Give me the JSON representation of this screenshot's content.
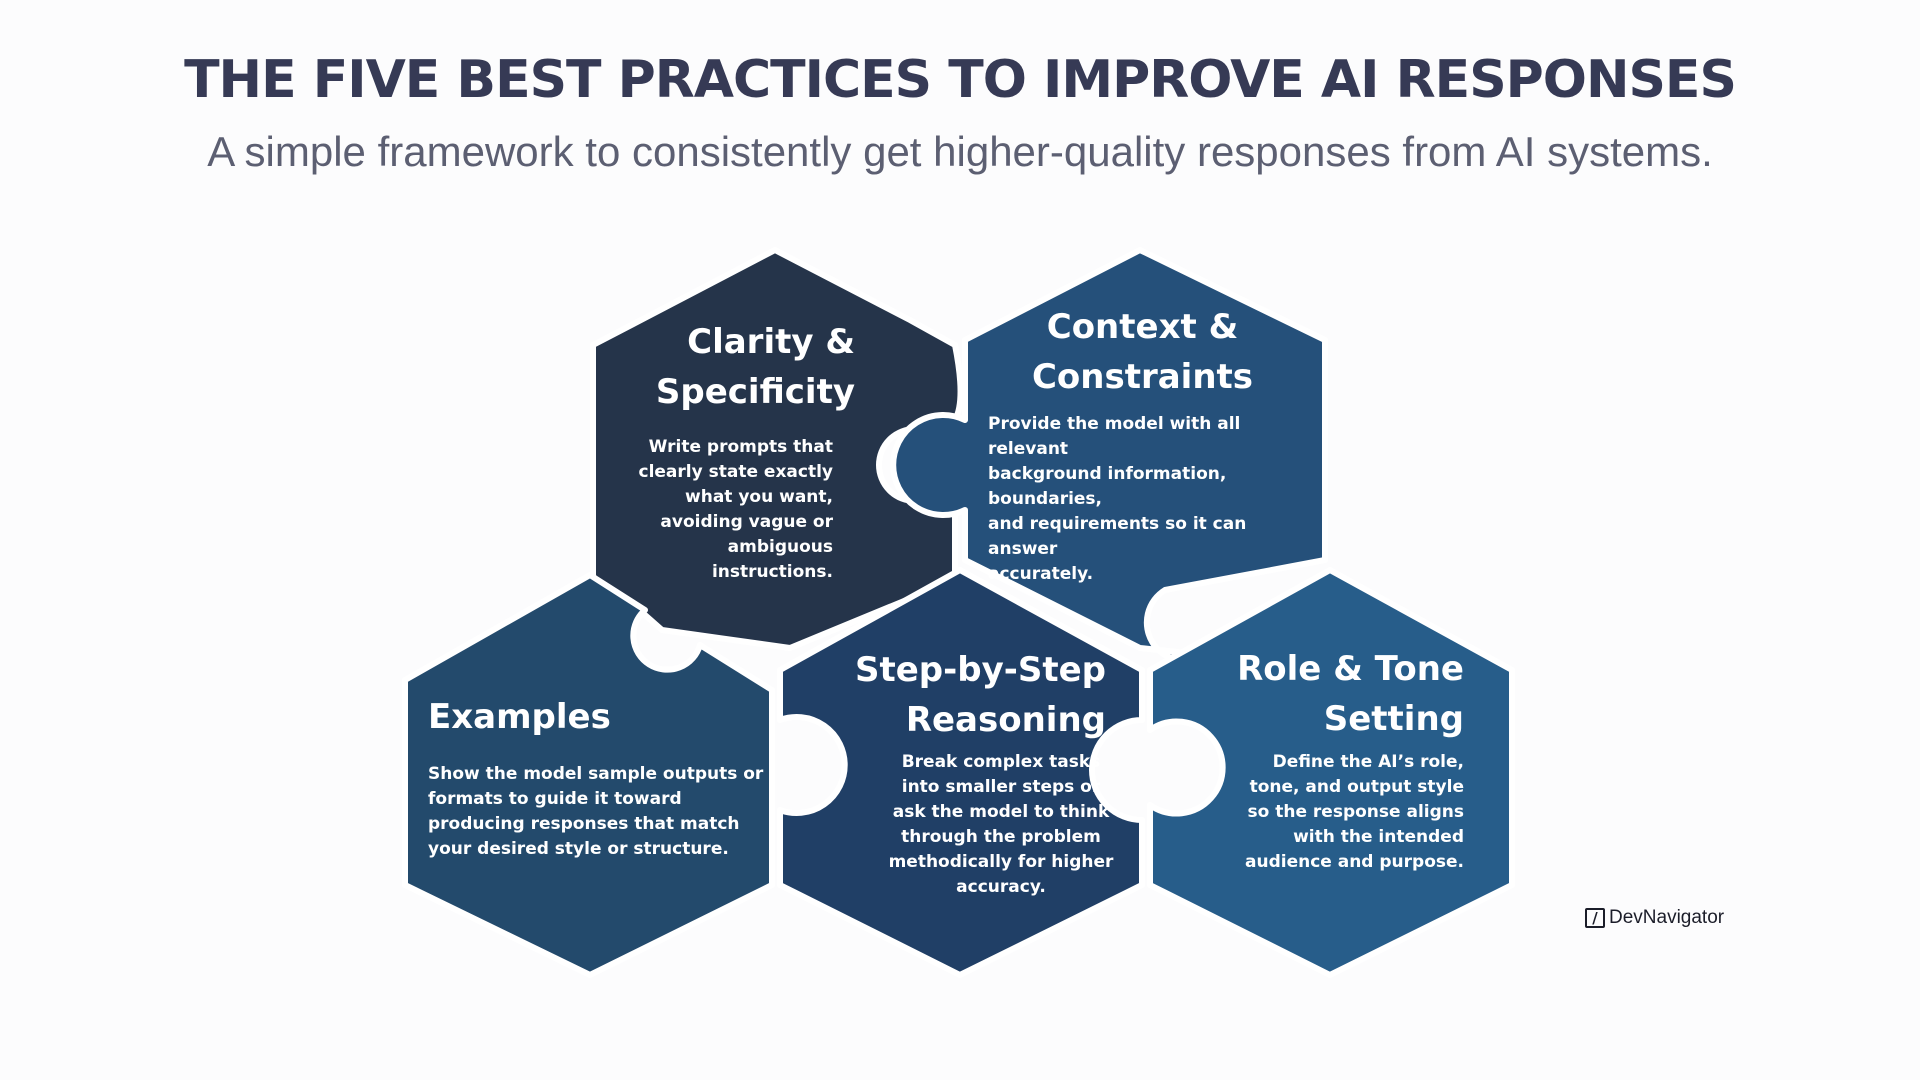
{
  "header": {
    "title": "THE FIVE BEST PRACTICES TO IMPROVE AI RESPONSES",
    "subtitle": "A simple framework to consistently get higher-quality responses from AI systems."
  },
  "colors": {
    "background": "#fcfcfd",
    "title": "#363a55",
    "subtitle": "#5c5f72",
    "clarity": "#25344a",
    "context": "#25507a",
    "examples": "#234a6c",
    "reasoning": "#203f66",
    "role_tone": "#275d8a"
  },
  "practices": {
    "clarity": {
      "title_line1": "Clarity &",
      "title_line2": "Specificity",
      "desc_lines": [
        "Write prompts that",
        "clearly state exactly",
        "what you want,",
        "avoiding vague or",
        "ambiguous",
        "instructions."
      ]
    },
    "context": {
      "title_line1": "Context &",
      "title_line2": "Constraints",
      "desc_lines": [
        "Provide the model with all relevant",
        "background information, boundaries,",
        "and requirements so it can answer",
        "accurately."
      ]
    },
    "examples": {
      "title_line1": "Examples",
      "desc_lines": [
        "Show the model sample outputs or",
        "formats to guide it toward",
        "producing responses that match",
        "your desired style or structure."
      ]
    },
    "reasoning": {
      "title_line1": "Step-by-Step",
      "title_line2": "Reasoning",
      "desc_lines": [
        "Break complex tasks",
        "into smaller steps or",
        "ask the model to think",
        "through the problem",
        "methodically for higher",
        "accuracy."
      ]
    },
    "role_tone": {
      "title_line1": "Role & Tone",
      "title_line2": "Setting",
      "desc_lines": [
        "Define the AI’s role,",
        "tone, and output style",
        "so the response aligns",
        "with the intended",
        "audience and purpose."
      ]
    }
  },
  "brand": {
    "logo_glyph": "/",
    "name": "DevNavigator"
  }
}
